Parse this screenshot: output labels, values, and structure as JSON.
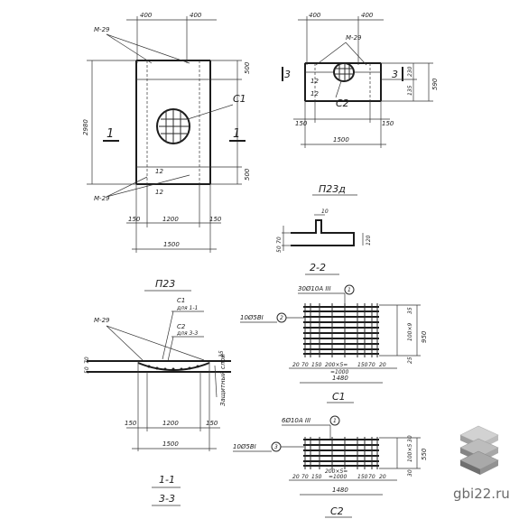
{
  "top_left": {
    "dims_top": [
      "400",
      "400"
    ],
    "dim_left": "2980",
    "dims_right": [
      "500",
      "500"
    ],
    "dims_bottom": [
      "150",
      "1200",
      "150"
    ],
    "dim_total": "1500",
    "mark_top": "М-29",
    "mark_bottom": "М-29",
    "label_c1": "С1",
    "section_marks": [
      "1",
      "1"
    ],
    "numbers": [
      "12",
      "12"
    ],
    "title": "П23"
  },
  "top_right": {
    "dims_top": [
      "400",
      "400"
    ],
    "mark": "М-29",
    "section_marks": [
      "3",
      "3"
    ],
    "number": "12",
    "label_c2": "С2",
    "dims_right": [
      "230",
      "135",
      "590"
    ],
    "dims_bottom": [
      "150",
      "150"
    ],
    "dim_total": "1500",
    "title": "П23д"
  },
  "section_22": {
    "dims": [
      "70",
      "50",
      "10",
      "120"
    ],
    "title": "2-2"
  },
  "section_11": {
    "labels": [
      "С1",
      "для 1-1",
      "С2",
      "для 3-3"
    ],
    "mark": "М-29",
    "dims_left": [
      "50",
      "70"
    ],
    "dim_right": "15",
    "side_text": "Защитный слой",
    "dims_bottom": [
      "150",
      "1200",
      "150"
    ],
    "dim_total": "1500",
    "title_top": "1-1",
    "title_bottom": "3-3"
  },
  "mesh_c1": {
    "rebar_top": "30Ø10А III",
    "rebar_left": "10Ø5ВI",
    "callouts": [
      "1",
      "2"
    ],
    "dims_right": [
      "35",
      "100×9",
      "950",
      "25"
    ],
    "dims_bottom": [
      "20",
      "70",
      "150",
      "200×5=",
      "=1000",
      "150",
      "70",
      "20"
    ],
    "dim_total": "1480",
    "title": "С1"
  },
  "mesh_c2": {
    "rebar_top": "6Ø10А III",
    "rebar_left": "10Ø5ВI",
    "callouts": [
      "1",
      "3"
    ],
    "dims_right": [
      "30",
      "100×5",
      "550",
      "30"
    ],
    "dims_bottom": [
      "20",
      "70",
      "150",
      "200×5=",
      "=1000",
      "150",
      "70",
      "20"
    ],
    "dim_total": "1480",
    "title": "С2"
  },
  "watermark": {
    "text": "gbi22.ru",
    "colors": [
      "#c8c8c8",
      "#9e9e9e",
      "#6f6f6f"
    ]
  }
}
